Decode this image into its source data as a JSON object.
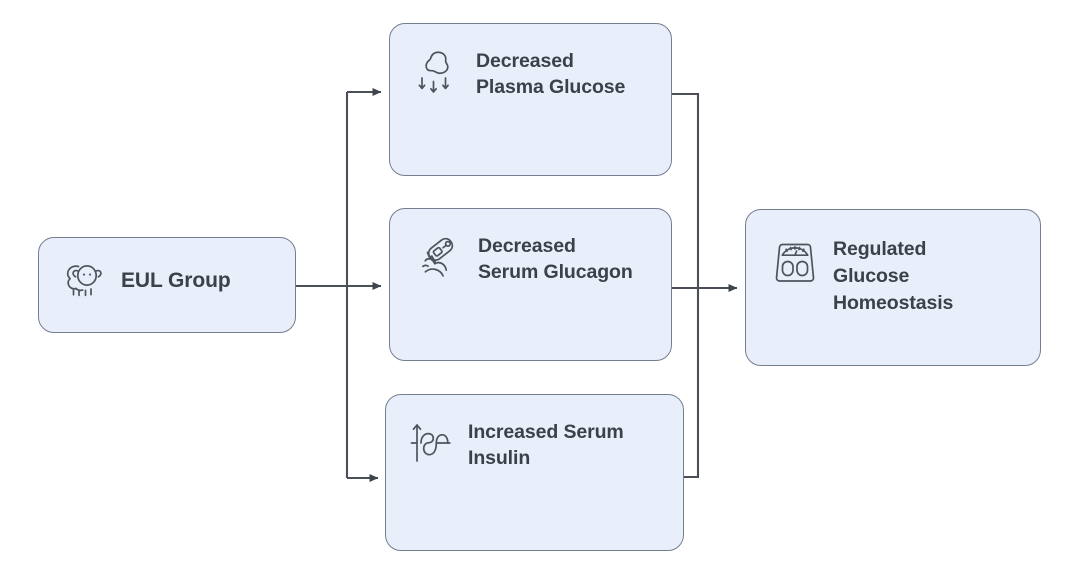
{
  "diagram": {
    "title": "EUL Group glucose regulation flowchart",
    "background_color": "#ffffff",
    "node_fill_color": "#e9eefb",
    "node_border_color": "#747e90",
    "text_color": "#3b4049",
    "edge_color": "#4a4f58"
  },
  "nodes": {
    "eul": {
      "label": "EUL Group",
      "icon": "sheep-icon"
    },
    "plasma_glucose": {
      "label": "Decreased\nPlasma Glucose",
      "icon": "glucose-drop-down-arrows-icon"
    },
    "serum_glucagon": {
      "label": "Decreased\nSerum Glucagon",
      "icon": "glucometer-finger-icon"
    },
    "serum_insulin": {
      "label": "Increased Serum\nInsulin",
      "icon": "rising-curve-chart-icon"
    },
    "homeostasis": {
      "label": "Regulated\nGlucose\nHomeostasis",
      "icon": "weighing-scale-icon"
    }
  },
  "edges": [
    {
      "from": "eul",
      "to": "plasma_glucose",
      "arrow": true
    },
    {
      "from": "eul",
      "to": "serum_glucagon",
      "arrow": true
    },
    {
      "from": "eul",
      "to": "serum_insulin",
      "arrow": true
    },
    {
      "from": "plasma_glucose",
      "to": "homeostasis",
      "arrow": false
    },
    {
      "from": "serum_glucagon",
      "to": "homeostasis",
      "arrow": true
    },
    {
      "from": "serum_insulin",
      "to": "homeostasis",
      "arrow": false
    }
  ]
}
